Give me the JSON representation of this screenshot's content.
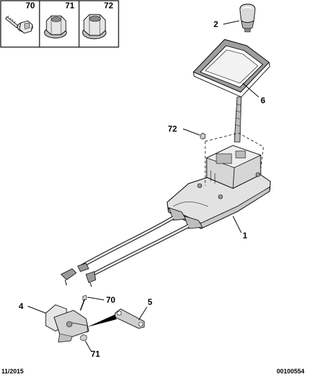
{
  "legend_box": {
    "cells": [
      {
        "label": "70",
        "icon": "flange-bolt-icon"
      },
      {
        "label": "71",
        "icon": "flange-nut-icon"
      },
      {
        "label": "72",
        "icon": "flange-nut-icon"
      }
    ]
  },
  "callouts": {
    "gear_knob": "2",
    "boot_gaiter": "6",
    "nut_top": "72",
    "shifter_housing": "1",
    "lever_bracket": "4",
    "bolt_lower": "70",
    "link_rod": "5",
    "nut_lower": "71"
  },
  "footer": {
    "date": "11/2015",
    "ref": "00100554"
  },
  "colors": {
    "line": "#000000",
    "part_fill": "#e4e4e4",
    "part_dark": "#9a9a9a"
  }
}
